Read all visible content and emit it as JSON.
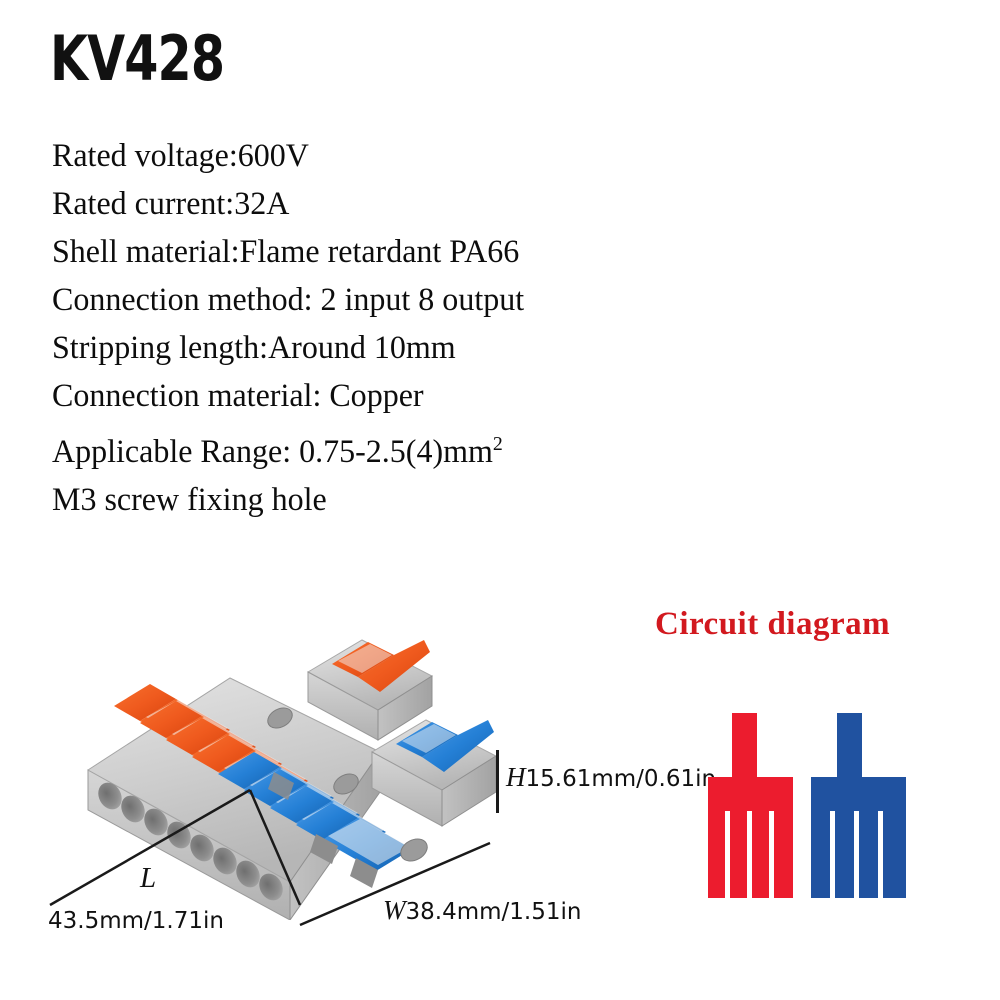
{
  "product": {
    "model": "KV428"
  },
  "specs": [
    {
      "id": "rated-voltage",
      "text": "Rated voltage:600V"
    },
    {
      "id": "rated-current",
      "text": "Rated current:32A"
    },
    {
      "id": "shell-material",
      "text": "Shell material:Flame retardant PA66"
    },
    {
      "id": "connection-method",
      "text": "Connection method: 2 input 8 output"
    },
    {
      "id": "stripping-length",
      "text": "Stripping length:Around 10mm"
    },
    {
      "id": "connection-material",
      "text": "Connection material: Copper"
    },
    {
      "id": "applicable-range",
      "text": "Applicable Range: 0.75-2.5(4)mm²"
    },
    {
      "id": "screw-hole",
      "text": "M3 screw fixing hole"
    }
  ],
  "circuit": {
    "heading": "Circuit diagram",
    "heading_color": "#d2191f",
    "combs": [
      {
        "id": "input-1",
        "color": "#ec1c2e",
        "prongs": 4
      },
      {
        "id": "input-2",
        "color": "#2052a0",
        "prongs": 4
      }
    ]
  },
  "dimensions": {
    "height": {
      "letter": "H",
      "value": "15.61mm/0.61in"
    },
    "width": {
      "letter": "W",
      "value": "38.4mm/1.51in"
    },
    "length": {
      "letter": "L",
      "value": "43.5mm/1.71in"
    }
  },
  "photo": {
    "alt": "KV428 push-in wire connector, 2 input 8 output",
    "body_color": "#cfcfcf",
    "lever_colors": {
      "input_a": "#ef5a1e",
      "input_b": "#2580d6"
    },
    "output_holes": 8,
    "orange_levers": 4,
    "blue_levers": 4,
    "input_levers": 2
  }
}
